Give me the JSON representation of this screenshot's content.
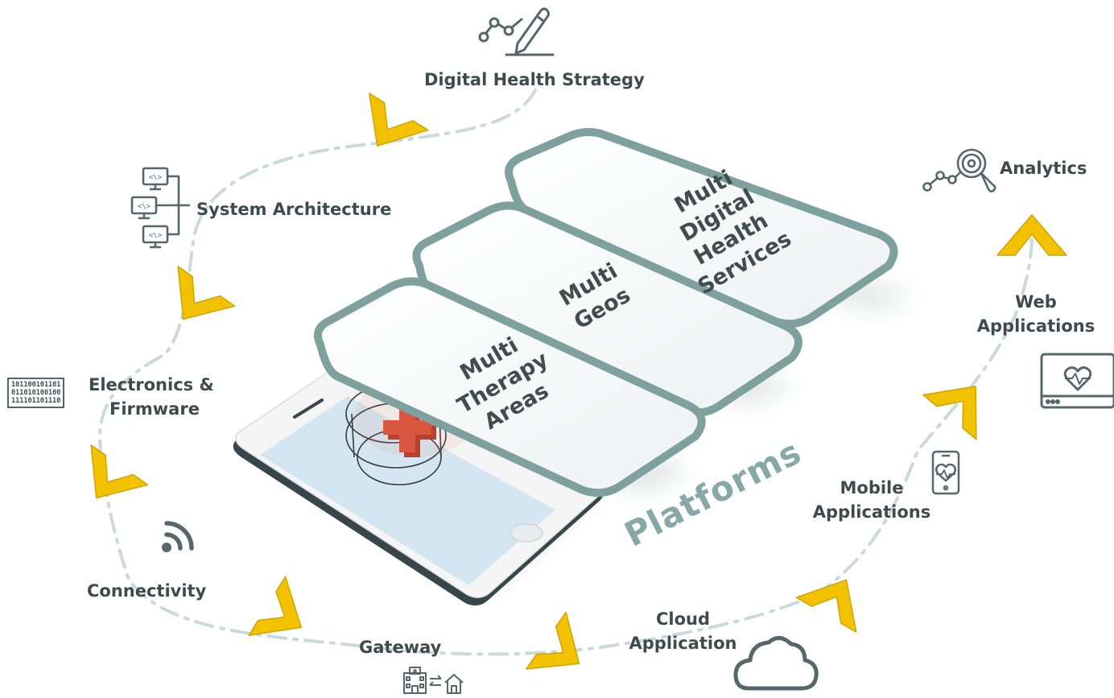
{
  "colors": {
    "icon": "#56676b",
    "text": "#3d4b4f",
    "chevron": "#f2c200",
    "chevron_edge": "#cfa400",
    "path": "#c9dadb",
    "tile_border": "#7ea09e",
    "platforms_text": "#86a8a6",
    "phone_screen": "#d4e6f1",
    "cross": "#d9573e"
  },
  "nodes": {
    "strategy": {
      "label": "Digital Health Strategy",
      "icon": "chart-pen-icon"
    },
    "architecture": {
      "label": "System Architecture",
      "icon": "network-computers-icon"
    },
    "electronics": {
      "line1": "Electronics &",
      "line2": "Firmware",
      "icon": "binary-code-icon",
      "binary": [
        "101100101101",
        "011010100100",
        "111101101110"
      ]
    },
    "connectivity": {
      "label": "Connectivity",
      "icon": "wifi-signal-icon"
    },
    "gateway": {
      "label": "Gateway",
      "icon": "hospital-to-home-icon"
    },
    "cloud": {
      "line1": "Cloud",
      "line2": "Application",
      "icon": "cloud-icon"
    },
    "mobile": {
      "line1": "Mobile",
      "line2": "Applications",
      "icon": "phone-heart-icon"
    },
    "web": {
      "line1": "Web",
      "line2": "Applications",
      "icon": "browser-heart-icon"
    },
    "analytics": {
      "label": "Analytics",
      "icon": "analytics-search-icon"
    }
  },
  "tiles": {
    "therapy": [
      "Multi",
      "Therapy",
      "Areas"
    ],
    "geos": [
      "Multi",
      "Geos"
    ],
    "services": [
      "Multi",
      "Digital",
      "Health",
      "Services"
    ]
  },
  "platforms_label": "Platforms"
}
